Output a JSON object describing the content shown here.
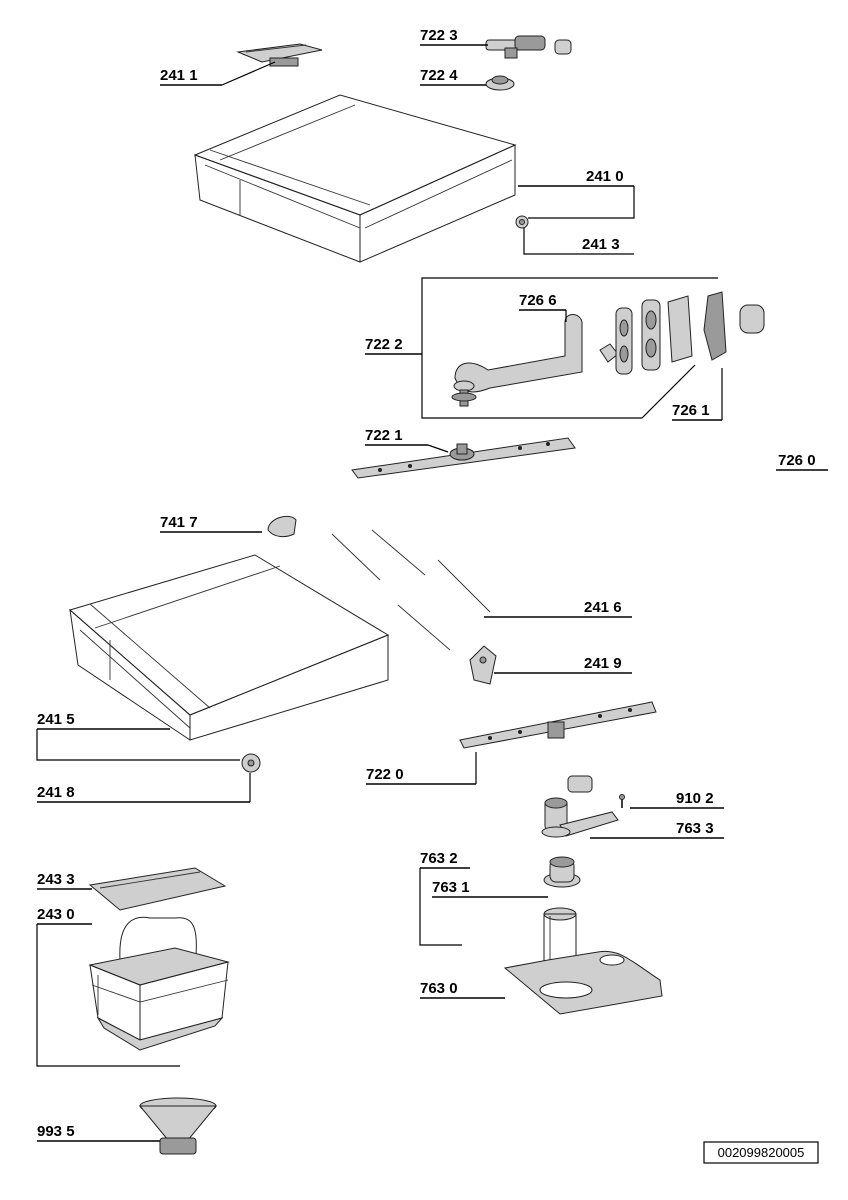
{
  "diagram": {
    "reference_code": "002099820005",
    "callouts": [
      {
        "id": "c2411",
        "text": "241 1"
      },
      {
        "id": "c7223",
        "text": "722 3"
      },
      {
        "id": "c7224",
        "text": "722 4"
      },
      {
        "id": "c2410",
        "text": "241 0"
      },
      {
        "id": "c2413",
        "text": "241 3"
      },
      {
        "id": "c7266",
        "text": "726 6"
      },
      {
        "id": "c7222",
        "text": "722 2"
      },
      {
        "id": "c7261",
        "text": "726 1"
      },
      {
        "id": "c7221",
        "text": "722 1"
      },
      {
        "id": "c7260",
        "text": "726 0"
      },
      {
        "id": "c7417",
        "text": "741 7"
      },
      {
        "id": "c2416",
        "text": "241 6"
      },
      {
        "id": "c2419",
        "text": "241 9"
      },
      {
        "id": "c2415",
        "text": "241 5"
      },
      {
        "id": "c7220",
        "text": "722 0"
      },
      {
        "id": "c2418",
        "text": "241 8"
      },
      {
        "id": "c9102",
        "text": "910 2"
      },
      {
        "id": "c7633",
        "text": "763 3"
      },
      {
        "id": "c7632",
        "text": "763 2"
      },
      {
        "id": "c2433",
        "text": "243 3"
      },
      {
        "id": "c7631",
        "text": "763 1"
      },
      {
        "id": "c2430",
        "text": "243 0"
      },
      {
        "id": "c7630",
        "text": "763 0"
      },
      {
        "id": "c9935",
        "text": "993 5"
      }
    ]
  }
}
